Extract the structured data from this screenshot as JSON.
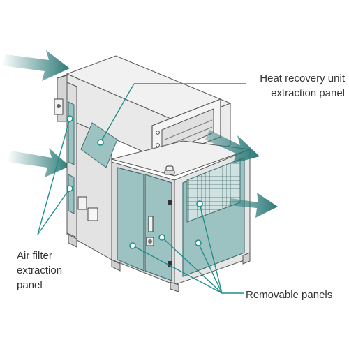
{
  "labels": {
    "heat_recovery": {
      "line1": "Heat recovery unit",
      "line2": "extraction panel"
    },
    "air_filter": {
      "line1": "Air filter",
      "line2": "extraction",
      "line3": "panel"
    },
    "removable": {
      "line1": "Removable panels"
    }
  },
  "colors": {
    "panel_teal": "#9cc3c2",
    "leader_teal": "#1f8f8c",
    "body_light": "#ececec",
    "body_mid": "#dcdcdc",
    "outline": "#555555",
    "arrow": "#2b7a78"
  }
}
